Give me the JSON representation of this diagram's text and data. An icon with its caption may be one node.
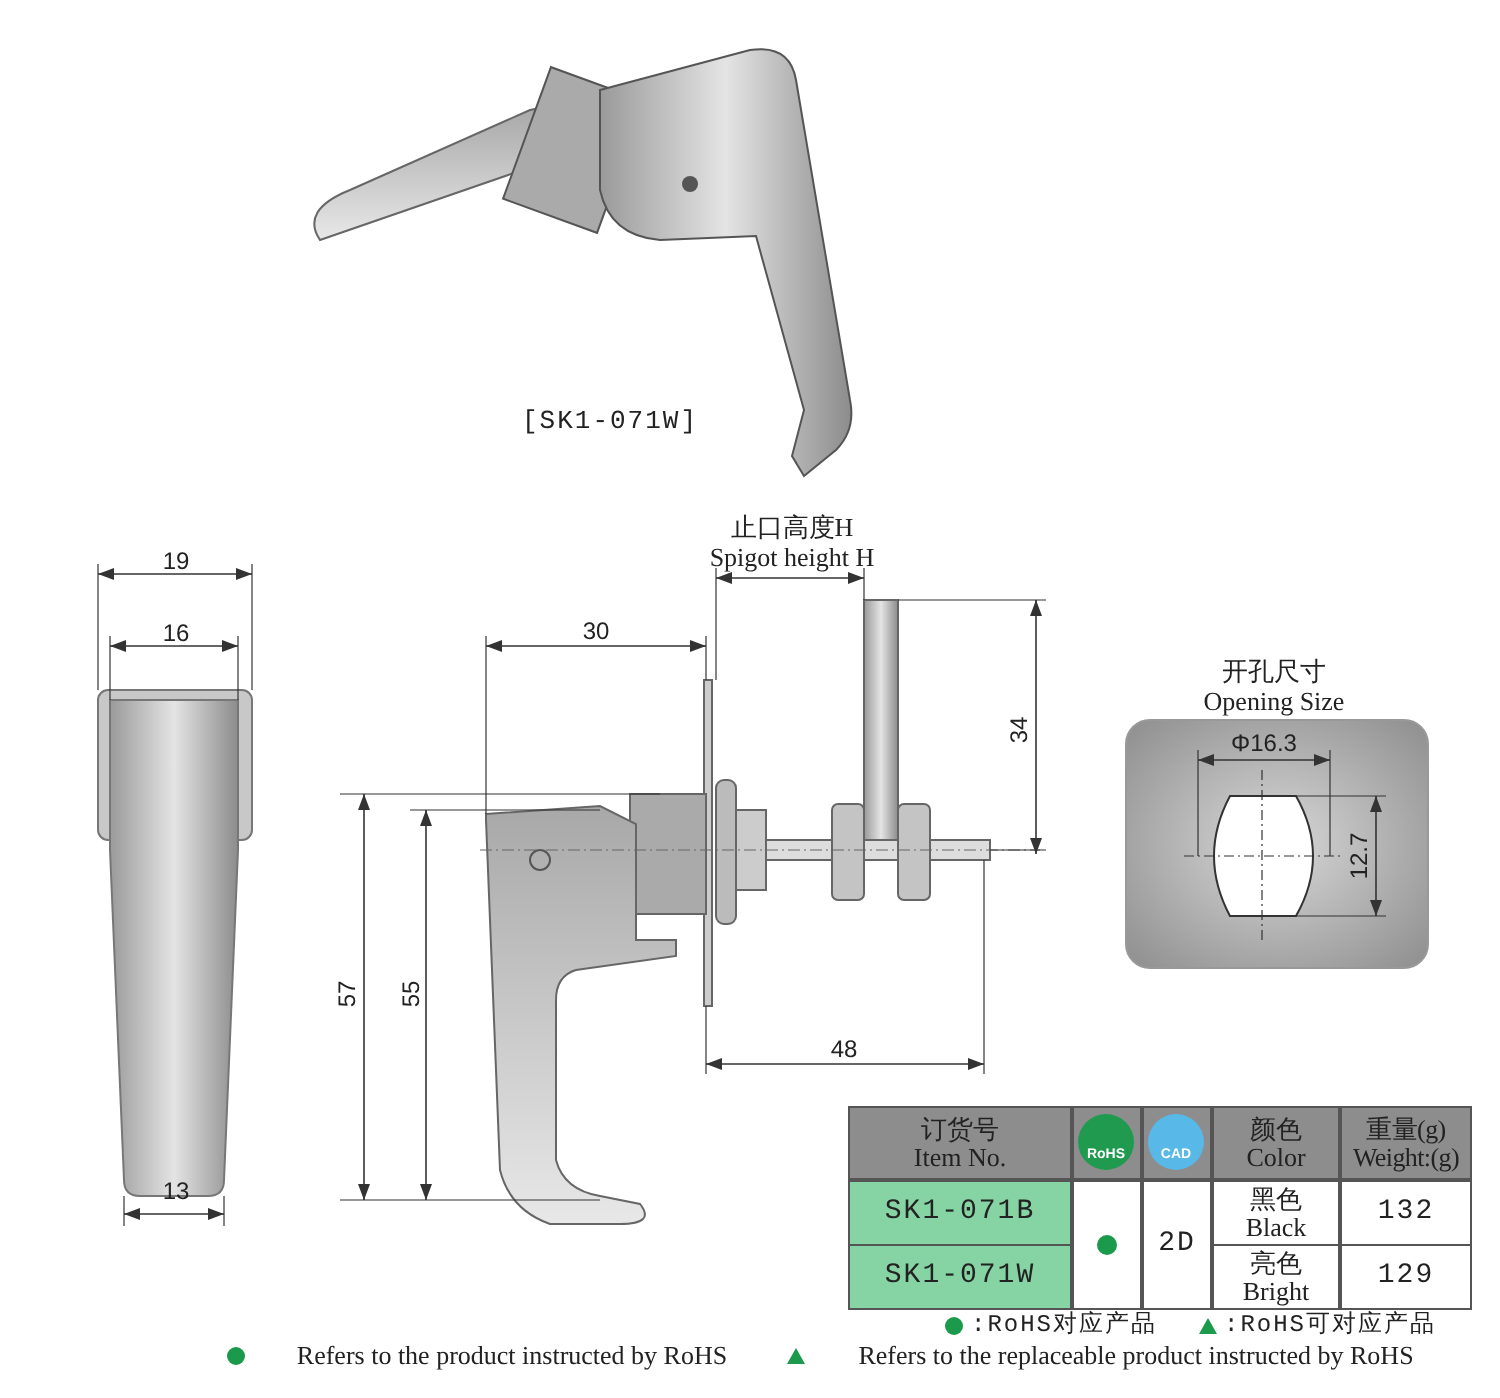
{
  "diagram": {
    "labels": [
      "[SK1-071W]",
      "止口高度H",
      "19",
      "Spigot height H",
      "16",
      "30",
      "开孔尺寸",
      "Opening Size",
      "34",
      "Φ16.3",
      "12.7",
      "57",
      "55",
      "48",
      "13",
      "订货号 Item No.",
      "RoHS",
      "CAD",
      "颜色 Color",
      "重量(g) Weight:(g)",
      "SK1-071B",
      "2D",
      "黑色 Black",
      "132",
      "SK1-071W",
      "亮色 Bright",
      "129",
      ":RoHS对应产品",
      ":RoHS可对应产品",
      "Refers to the product instructed by RoHS",
      "Refers to the replaceable product instructed by RoHS"
    ]
  }
}
